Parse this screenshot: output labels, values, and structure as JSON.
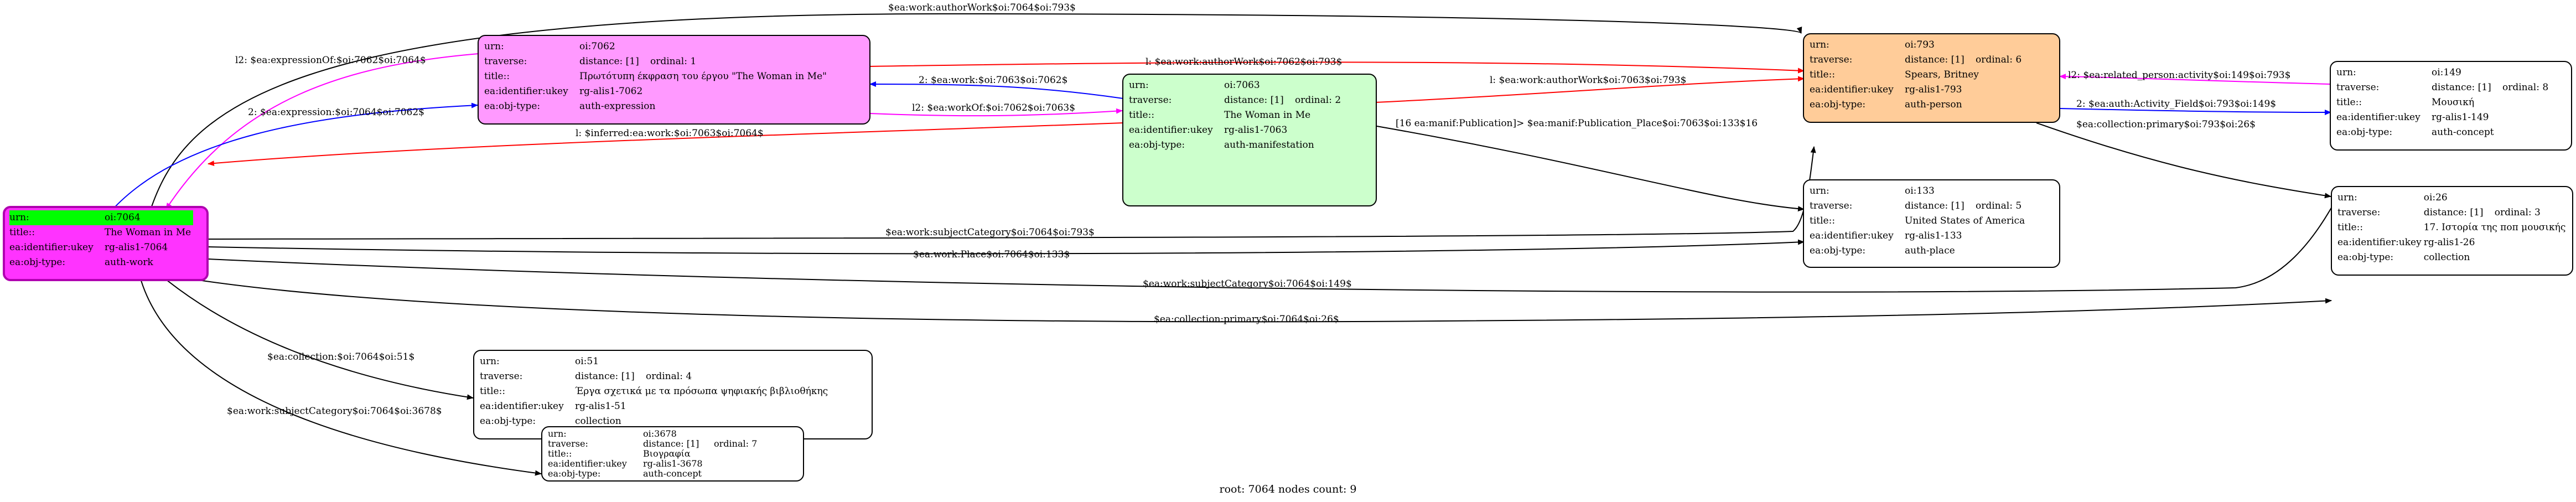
{
  "footer": "root: 7064 nodes count: 9",
  "colors": {
    "root_fill": "#ff33ff",
    "root_header": "#00ff00",
    "expression_fill": "#ff99ff",
    "manifestation_fill": "#ccffcc",
    "person_fill": "#ffcc99",
    "default_fill": "#ffffff",
    "edge_black": "#000000",
    "edge_red": "#ff0000",
    "edge_blue": "#0000ff",
    "edge_magenta": "#ff00ff"
  },
  "nodes": {
    "n7064": {
      "urn_key": "urn:",
      "urn": "oi:7064",
      "title_key": "title::",
      "title": "The Woman in Me",
      "ukey_key": "ea:identifier:ukey",
      "ukey": "rg-alis1-7064",
      "type_key": "ea:obj-type:",
      "type": "auth-work"
    },
    "n7062": {
      "urn_key": "urn:",
      "urn": "oi:7062",
      "traverse_key": "traverse:",
      "distance": "distance: [1]",
      "ordinal": "ordinal: 1",
      "title_key": "title::",
      "title": "Πρωτότυπη έκφραση του έργου \"The Woman in Me\"",
      "ukey_key": "ea:identifier:ukey",
      "ukey": "rg-alis1-7062",
      "type_key": "ea:obj-type:",
      "type": "auth-expression"
    },
    "n7063": {
      "urn_key": "urn:",
      "urn": "oi:7063",
      "traverse_key": "traverse:",
      "distance": "distance: [1]",
      "ordinal": "ordinal: 2",
      "title_key": "title::",
      "title": "The Woman in Me",
      "ukey_key": "ea:identifier:ukey",
      "ukey": "rg-alis1-7063",
      "type_key": "ea:obj-type:",
      "type": "auth-manifestation"
    },
    "n793": {
      "urn_key": "urn:",
      "urn": "oi:793",
      "traverse_key": "traverse:",
      "distance": "distance: [1]",
      "ordinal": "ordinal: 6",
      "title_key": "title::",
      "title": "Spears, Britney",
      "ukey_key": "ea:identifier:ukey",
      "ukey": "rg-alis1-793",
      "type_key": "ea:obj-type:",
      "type": "auth-person"
    },
    "n133": {
      "urn_key": "urn:",
      "urn": "oi:133",
      "traverse_key": "traverse:",
      "distance": "distance: [1]",
      "ordinal": "ordinal: 5",
      "title_key": "title::",
      "title": "United States of America",
      "ukey_key": "ea:identifier:ukey",
      "ukey": "rg-alis1-133",
      "type_key": "ea:obj-type:",
      "type": "auth-place"
    },
    "n149": {
      "urn_key": "urn:",
      "urn": "oi:149",
      "traverse_key": "traverse:",
      "distance": "distance: [1]",
      "ordinal": "ordinal: 8",
      "title_key": "title::",
      "title": "Μουσική",
      "ukey_key": "ea:identifier:ukey",
      "ukey": "rg-alis1-149",
      "type_key": "ea:obj-type:",
      "type": "auth-concept"
    },
    "n26": {
      "urn_key": "urn:",
      "urn": "oi:26",
      "traverse_key": "traverse:",
      "distance": "distance: [1]",
      "ordinal": "ordinal: 3",
      "title_key": "title::",
      "title": "17. Ιστορία της ποπ μουσικής",
      "ukey_key": "ea:identifier:ukey",
      "ukey": "rg-alis1-26",
      "type_key": "ea:obj-type:",
      "type": "collection"
    },
    "n51": {
      "urn_key": "urn:",
      "urn": "oi:51",
      "traverse_key": "traverse:",
      "distance": "distance: [1]",
      "ordinal": "ordinal: 4",
      "title_key": "title::",
      "title": "Έργα σχετικά με τα πρόσωπα ψηφιακής βιβλιοθήκης",
      "ukey_key": "ea:identifier:ukey",
      "ukey": "rg-alis1-51",
      "type_key": "ea:obj-type:",
      "type": "collection"
    },
    "n3678": {
      "urn_key": "urn:",
      "urn": "oi:3678",
      "traverse_key": "traverse:",
      "distance": "distance: [1]",
      "ordinal": "ordinal: 7",
      "title_key": "title::",
      "title": "Βιογραφία",
      "ukey_key": "ea:identifier:ukey",
      "ukey": "rg-alis1-3678",
      "type_key": "ea:obj-type:",
      "type": "auth-concept"
    }
  },
  "edges": [
    {
      "label": "$ea:work:authorWork$oi:7064$oi:793$",
      "color": "black"
    },
    {
      "label": "l2: $ea:expressionOf:$oi:7062$oi:7064$",
      "color": "magenta"
    },
    {
      "label": "2: $ea:expression:$oi:7064$oi:7062$",
      "color": "blue"
    },
    {
      "label": "l: $ea:work:authorWork$oi:7062$oi:793$",
      "color": "red"
    },
    {
      "label": "2: $ea:work:$oi:7063$oi:7062$",
      "color": "blue"
    },
    {
      "label": "l2: $ea:workOf:$oi:7062$oi:7063$",
      "color": "magenta"
    },
    {
      "label": "l: $ea:work:authorWork$oi:7063$oi:793$",
      "color": "red"
    },
    {
      "label": "l: $inferred:ea:work:$oi:7063$oi:7064$",
      "color": "red"
    },
    {
      "label": "[16 ea:manif:Publication]> $ea:manif:Publication_Place$oi:7063$oi:133$16",
      "color": "black"
    },
    {
      "label": "$ea:work:subjectCategory$oi:7064$oi:793$",
      "color": "black"
    },
    {
      "label": "$ea:work:Place$oi:7064$oi:133$",
      "color": "black"
    },
    {
      "label": "$ea:work:subjectCategory$oi:7064$oi:149$",
      "color": "black"
    },
    {
      "label": "$ea:collection:primary$oi:7064$oi:26$",
      "color": "black"
    },
    {
      "label": "$ea:collection:$oi:7064$oi:51$",
      "color": "black"
    },
    {
      "label": "$ea:work:subjectCategory$oi:7064$oi:3678$",
      "color": "black"
    },
    {
      "label": "l2: $ea:related_person:activity$oi:149$oi:793$",
      "color": "magenta"
    },
    {
      "label": "2: $ea:auth:Activity_Field$oi:793$oi:149$",
      "color": "blue"
    },
    {
      "label": "$ea:collection:primary$oi:793$oi:26$",
      "color": "black"
    }
  ]
}
